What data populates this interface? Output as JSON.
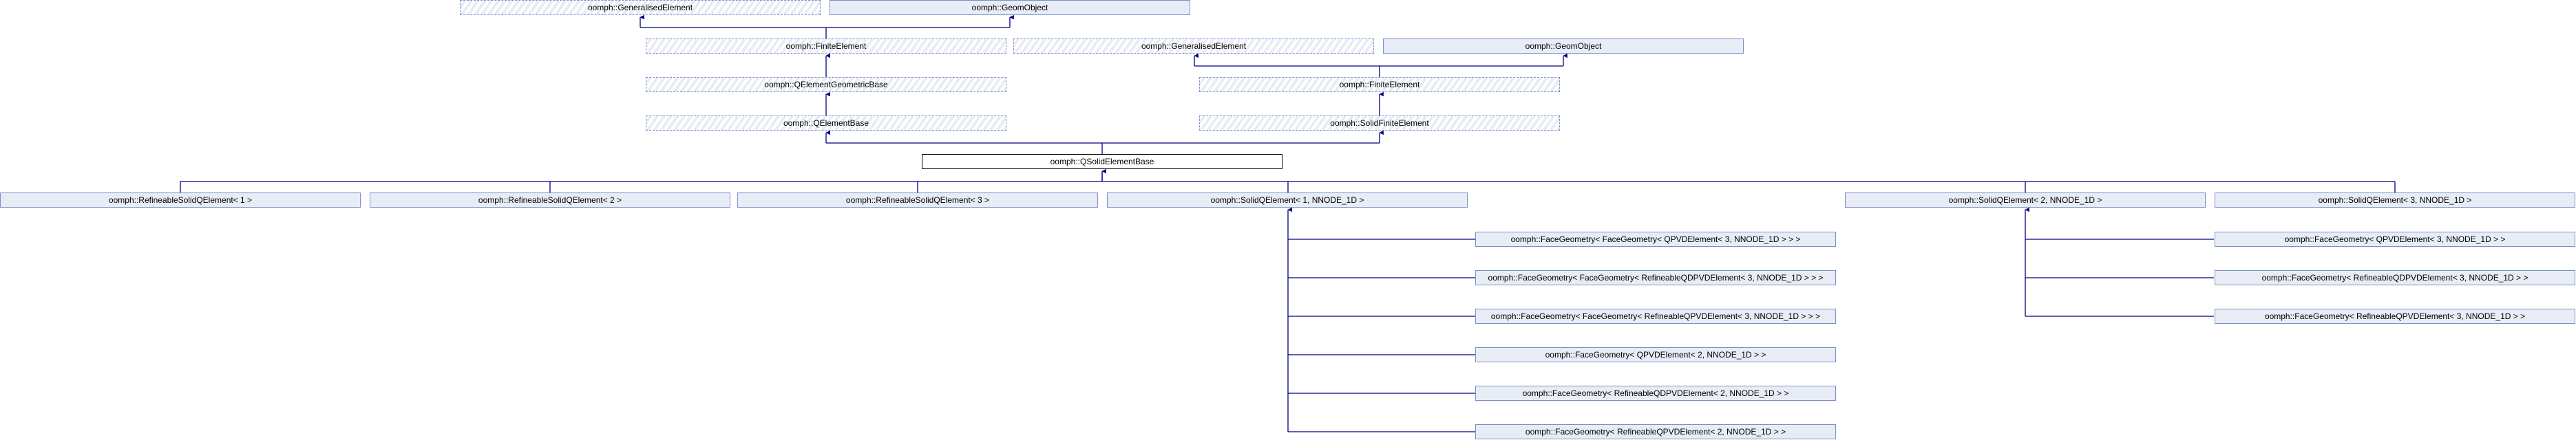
{
  "diagram": {
    "nodes": {
      "n0": "oomph::GeneralisedElement",
      "n1": "oomph::GeomObject",
      "n2": "oomph::FiniteElement",
      "n3": "oomph::GeneralisedElement",
      "n4": "oomph::GeomObject",
      "n5": "oomph::QElementGeometricBase",
      "n6": "oomph::FiniteElement",
      "n7": "oomph::QElementBase",
      "n8": "oomph::SolidFiniteElement",
      "n9": "oomph::QSolidElementBase",
      "n10": "oomph::RefineableSolidQElement< 1 >",
      "n11": "oomph::RefineableSolidQElement< 2 >",
      "n12": "oomph::RefineableSolidQElement< 3 >",
      "n13": "oomph::SolidQElement< 1, NNODE_1D >",
      "n14": "oomph::SolidQElement< 2, NNODE_1D >",
      "n15": "oomph::SolidQElement< 3, NNODE_1D >",
      "f0": "oomph::FaceGeometry< FaceGeometry< QPVDElement< 3, NNODE_1D > > >",
      "f1": "oomph::FaceGeometry< FaceGeometry< RefineableQDPVDElement< 3, NNODE_1D > > >",
      "f2": "oomph::FaceGeometry< FaceGeometry< RefineableQPVDElement< 3, NNODE_1D > > >",
      "f3": "oomph::FaceGeometry< QPVDElement< 2, NNODE_1D > >",
      "f4": "oomph::FaceGeometry< RefineableQDPVDElement< 2, NNODE_1D > >",
      "f5": "oomph::FaceGeometry< RefineableQPVDElement< 2, NNODE_1D > >",
      "f6": "oomph::FaceGeometry< QPVDElement< 3, NNODE_1D > >",
      "f7": "oomph::FaceGeometry< RefineableQDPVDElement< 3, NNODE_1D > >",
      "f8": "oomph::FaceGeometry< RefineableQPVDElement< 3, NNODE_1D > >"
    },
    "colors": {
      "edge": "#000080",
      "box_fill": "#e8ecf5",
      "box_border": "#7b8fc9"
    }
  }
}
